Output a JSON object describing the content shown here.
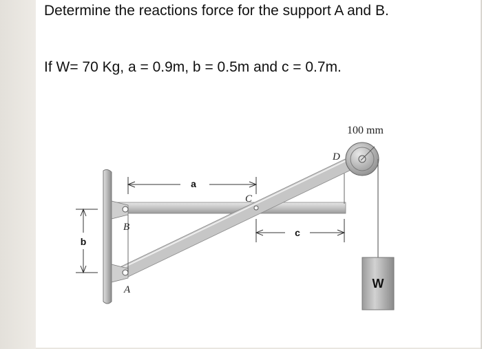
{
  "question": {
    "line1": "Determine the reactions force for the support A and B.",
    "line2": "If W= 70 Kg, a = 0.9m, b = 0.5m and c = 0.7m."
  },
  "figure": {
    "pulley_size": "100 mm",
    "label_D": "D",
    "label_C": "C",
    "label_B": "B",
    "label_A": "A",
    "dim_a": "a",
    "dim_b": "b",
    "dim_c": "c",
    "weight_label": "W"
  }
}
